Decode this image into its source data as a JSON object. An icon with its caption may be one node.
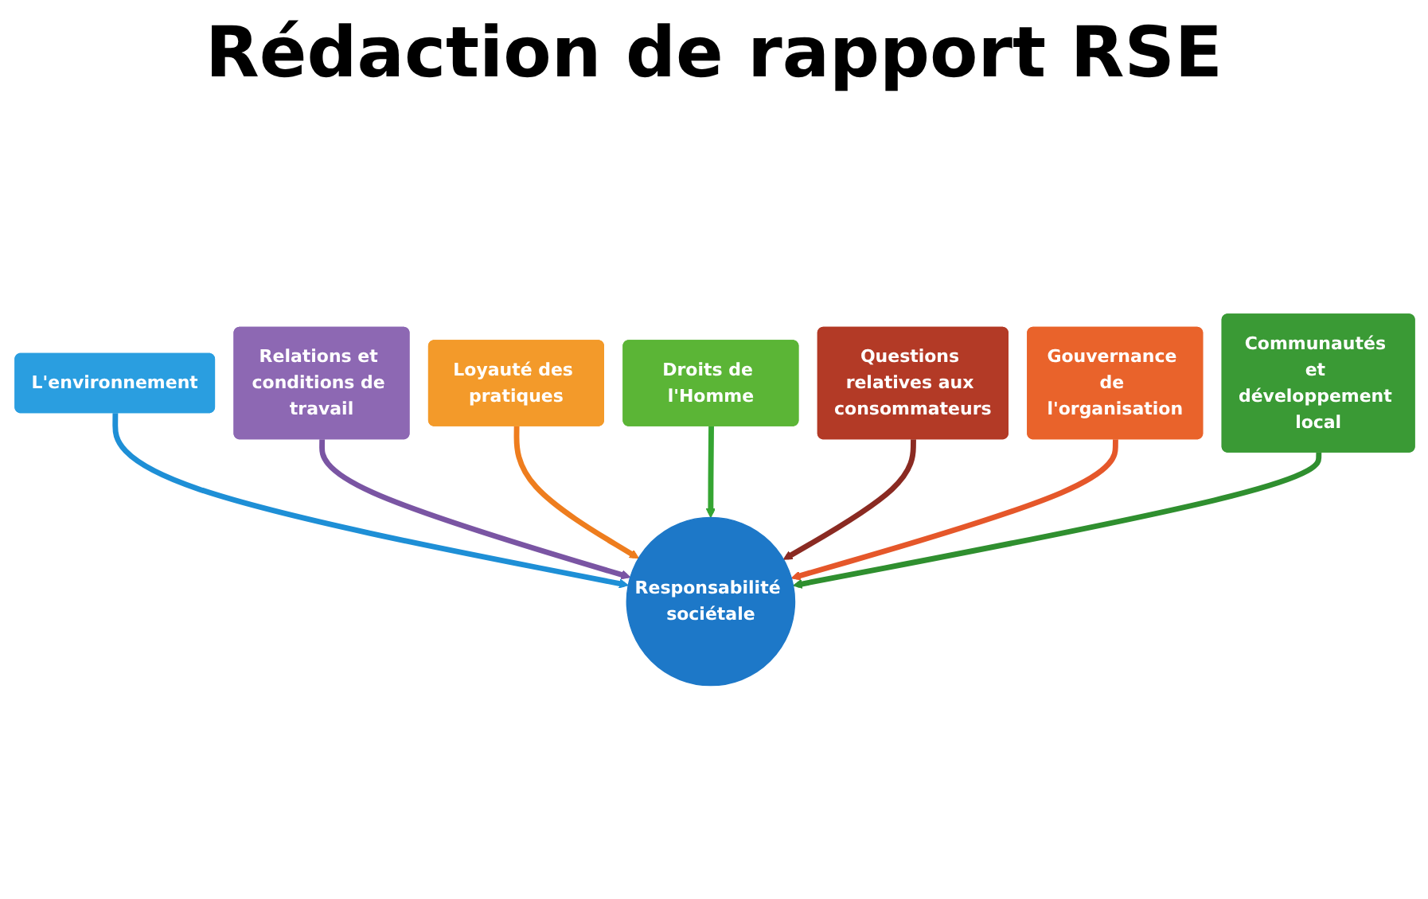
{
  "diagram": {
    "title": "Rédaction de rapport RSE",
    "nodes": [
      {
        "text": [
          "L'environnement"
        ]
      },
      {
        "text": [
          "Relations et conditions de travail"
        ]
      },
      {
        "text": [
          "Loyauté des pratiques"
        ]
      },
      {
        "text": [
          "Droits de l'Homme"
        ]
      },
      {
        "text": [
          "Questions relatives aux consommateurs"
        ]
      },
      {
        "text": [
          "Gouvernance de l'organisation"
        ]
      },
      {
        "text": [
          "Responsabilité sociétale"
        ]
      },
      {
        "text": [
          "Communautés et développement local"
        ]
      }
    ],
    "edges": [
      {
        "from": 0,
        "to": 6,
        "arrow": "to",
        "color": "#1e8fd6"
      },
      {
        "from": 1,
        "to": 6,
        "arrow": "to",
        "color": "#7a55a3"
      },
      {
        "from": 2,
        "to": 6,
        "arrow": "to",
        "color": "#ee7d1e"
      },
      {
        "from": 3,
        "to": 6,
        "arrow": "to",
        "color": "#35a532"
      },
      {
        "from": 4,
        "to": 6,
        "arrow": "to",
        "color": "#8a2a22"
      },
      {
        "from": 5,
        "to": 6,
        "arrow": "to",
        "color": "#e5572a"
      },
      {
        "from": 7,
        "to": 6,
        "arrow": "to",
        "color": "#2f8f2f"
      }
    ]
  }
}
